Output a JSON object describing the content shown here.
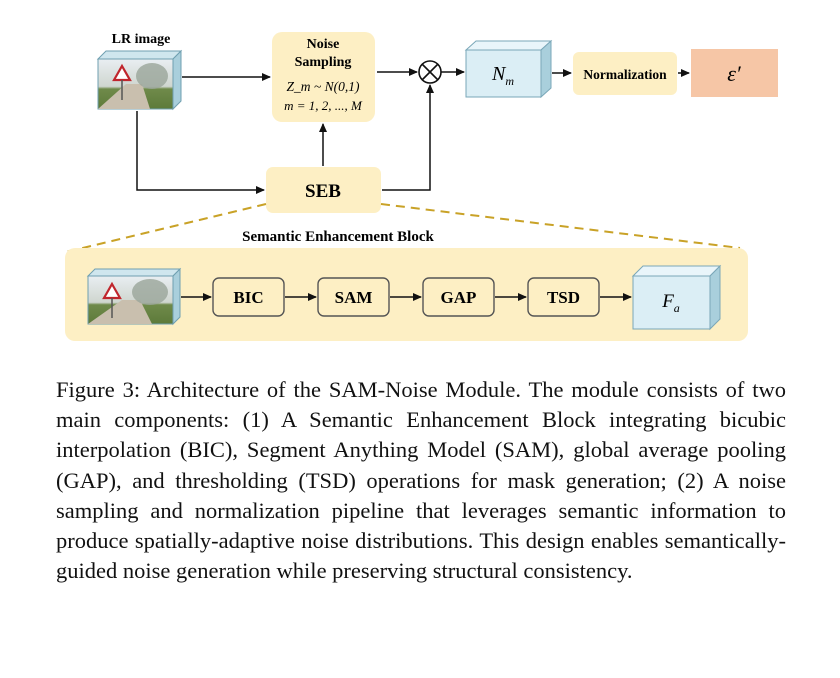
{
  "diagram": {
    "lr_image_label": "LR image",
    "noise_sampling": {
      "title_line1": "Noise",
      "title_line2": "Sampling",
      "formula_line1": "Z_m ~ N(0,1)",
      "formula_line2": "m = 1, 2, ..., M"
    },
    "multiply_symbol": "⊗",
    "nm_box_label": "N_m",
    "normalization_label": "Normalization",
    "epsilon_label": "ε′",
    "seb_label": "SEB",
    "seb_full_title": "Semantic Enhancement Block",
    "steps": [
      "BIC",
      "SAM",
      "GAP",
      "TSD"
    ],
    "fa_box_label": "F_a",
    "colors": {
      "yellow_fill": "#fdefc4",
      "blue_box": "#dbeef5",
      "blue_side": "#a9cfdc",
      "epsilon_fill": "#f6c6a6",
      "dashed": "#c9a227"
    }
  },
  "caption": "Figure 3:  Architecture of the SAM-Noise Module.  The module consists of two main components: (1) A Semantic Enhancement Block integrating bicubic interpolation (BIC), Segment Anything Model (SAM), global average pooling (GAP), and thresholding (TSD) operations for mask generation; (2) A noise sampling and normalization pipeline that leverages semantic information to produce spatially-adaptive noise distributions. This design enables semantically-guided noise generation while preserving structural consistency."
}
